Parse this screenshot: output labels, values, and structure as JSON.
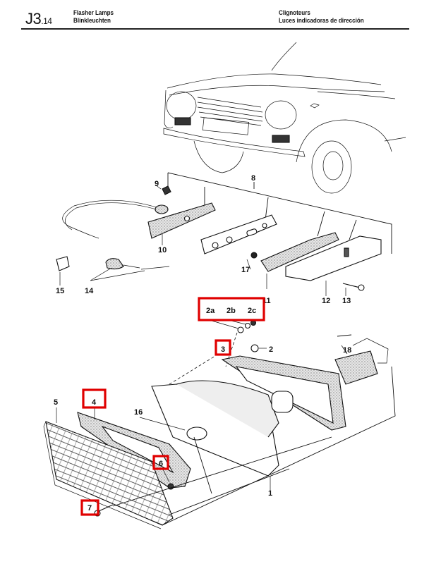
{
  "header": {
    "section_code": "J3",
    "section_sub": ".14",
    "title_en": "Flasher Lamps",
    "title_de": "Blinkleuchten",
    "title_fr": "Clignoteurs",
    "title_es": "Luces indicadoras de dirección"
  },
  "callouts": {
    "c1": "1",
    "c2": "2",
    "c2a": "2a",
    "c2b": "2b",
    "c2c": "2c",
    "c3": "3",
    "c4": "4",
    "c5": "5",
    "c6": "6",
    "c7": "7",
    "c8": "8",
    "c9": "9",
    "c10": "10",
    "c11": "11",
    "c12": "12",
    "c13": "13",
    "c14": "14",
    "c15": "15",
    "c16": "16",
    "c17": "17",
    "c18": "18"
  },
  "highlighted_callouts": [
    "2a",
    "2b",
    "2c",
    "3",
    "4",
    "6",
    "7"
  ],
  "colors": {
    "highlight": "#e00000",
    "ink": "#111111",
    "paper": "#ffffff"
  }
}
